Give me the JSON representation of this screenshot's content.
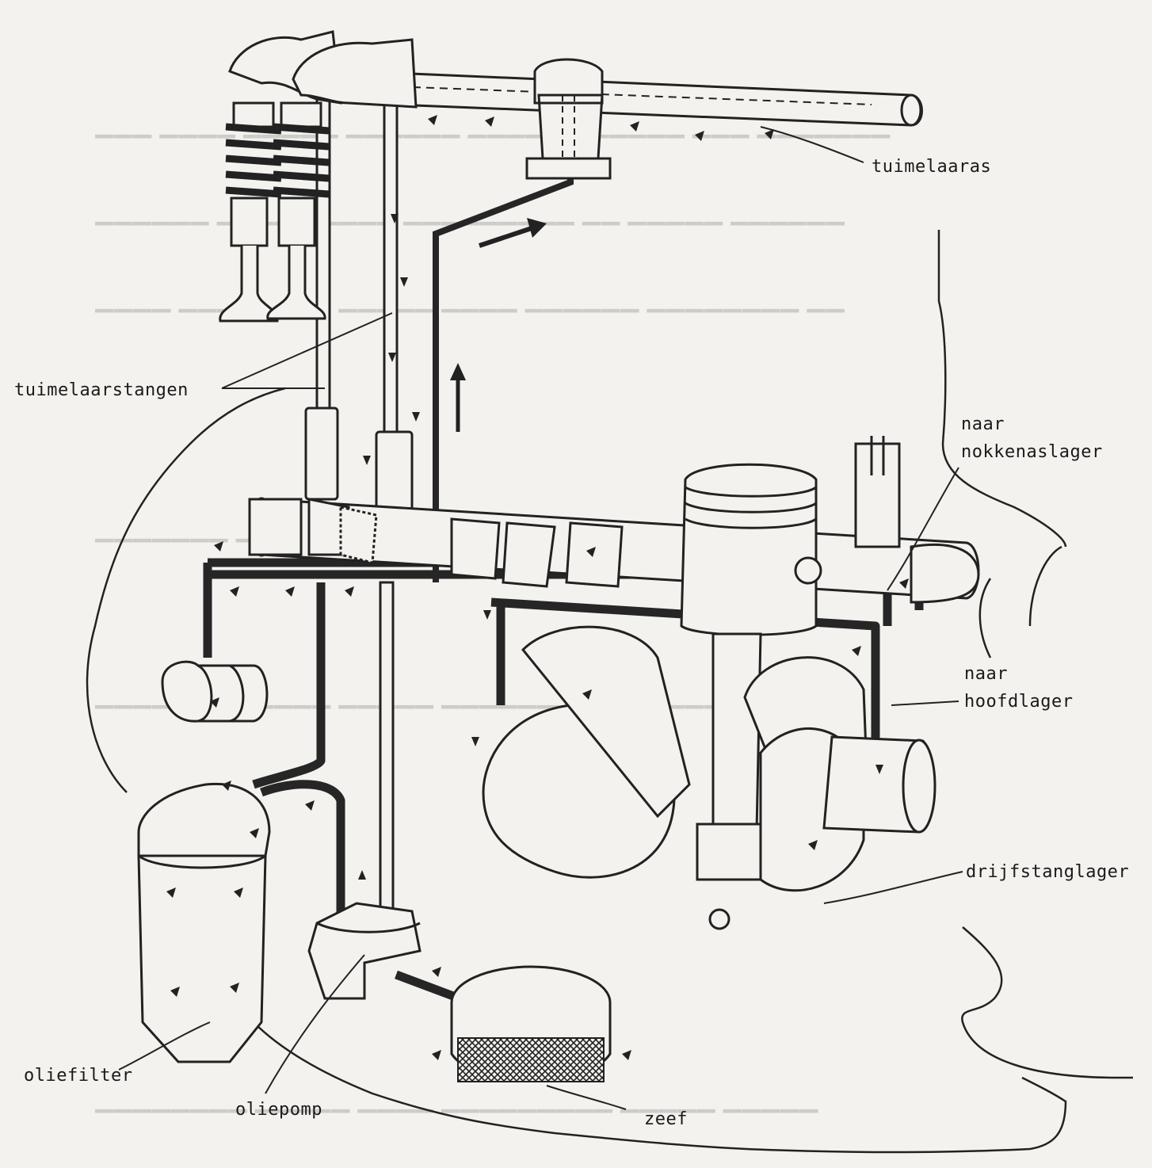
{
  "labels": {
    "rocker_shaft": "tuimelaaras",
    "push_rods": "tuimelaarstangen",
    "to_camshaft_bearing_line1": "naar",
    "to_camshaft_bearing_line2": "nokkenaslager",
    "to_main_bearing_line1": "naar",
    "to_main_bearing_line2": "hoofdlager",
    "conrod_bearing": "drijfstanglager",
    "oil_filter": "oliefilter",
    "oil_pump": "oliepomp",
    "strainer": "zeef"
  },
  "colors": {
    "paper": "#f3f2ee",
    "ink": "#1e1e1e",
    "oil_line": "#2a2a2a",
    "bleed_through": "#a8a8a6"
  }
}
